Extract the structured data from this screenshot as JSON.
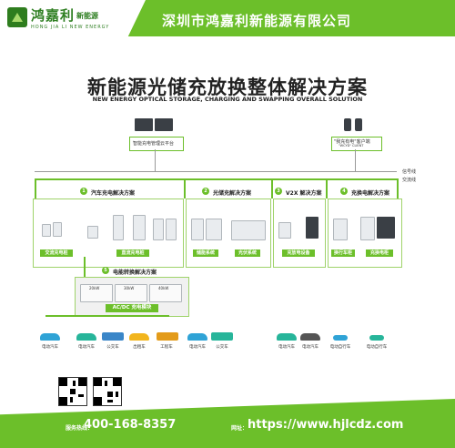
{
  "header": {
    "logo_cn": "鸿嘉利",
    "logo_cn_suffix": "新能源",
    "logo_en": "HONG JIA LI NEW ENERGY",
    "company": "深圳市鸿嘉利新能源有限公司"
  },
  "title": "新能源光储充放换整体解决方案",
  "subtitle": "NEW ENERGY OPTICAL STORAGE, CHARGING AND SWAPPING OVERALL SOLUTION",
  "platform": {
    "left_label": "智能充电管理云平台",
    "right_label": "\"我充有电\"客户端",
    "right_sub": "\"WCYD\" CLIENT"
  },
  "lines": {
    "signal": "信号线",
    "ac": "交流线"
  },
  "sections": [
    {
      "num": "1",
      "title": "汽车充电解决方案"
    },
    {
      "num": "2",
      "title": "光储充解决方案"
    },
    {
      "num": "3",
      "title": "V2X 解决方案"
    },
    {
      "num": "4",
      "title": "充换电解决方案"
    },
    {
      "num": "5",
      "title": "电能转换解决方案"
    }
  ],
  "subsystems": {
    "ac_charger": "交流充电桩",
    "dc_charger": "直流充电桩",
    "storage": "储能系统",
    "pv": "光伏系统",
    "v2x": "充放电设备",
    "swap_cabinet": "换行车柜",
    "charge_cabinet": "充换电柜",
    "power_module": "AC/DC 充电模块"
  },
  "modules": [
    "20kW",
    "30kW",
    "40kW"
  ],
  "vehicles": [
    {
      "label": "电动汽车",
      "color": "#2fa3d6"
    },
    {
      "label": "电动汽车",
      "color": "#27b59a"
    },
    {
      "label": "公交车",
      "color": "#3a86c8"
    },
    {
      "label": "出租车",
      "color": "#f2b51d"
    },
    {
      "label": "工程车",
      "color": "#e39b1a"
    },
    {
      "label": "电动汽车",
      "color": "#2fa3d6"
    },
    {
      "label": "公交车",
      "color": "#27b59a"
    },
    {
      "label": "电动汽车",
      "color": "#27b59a"
    },
    {
      "label": "电动汽车",
      "color": "#555555"
    },
    {
      "label": "电动自行车",
      "color": "#2fa3d6"
    },
    {
      "label": "电动自行车",
      "color": "#27b59a"
    }
  ],
  "footer": {
    "hotline_label": "服务热线：",
    "hotline": "400-168-8357",
    "website_label": "网址：",
    "website": "https://www.hjlcdz.com"
  },
  "colors": {
    "brand": "#6cbf2a",
    "brand_dark": "#2f7f22"
  }
}
